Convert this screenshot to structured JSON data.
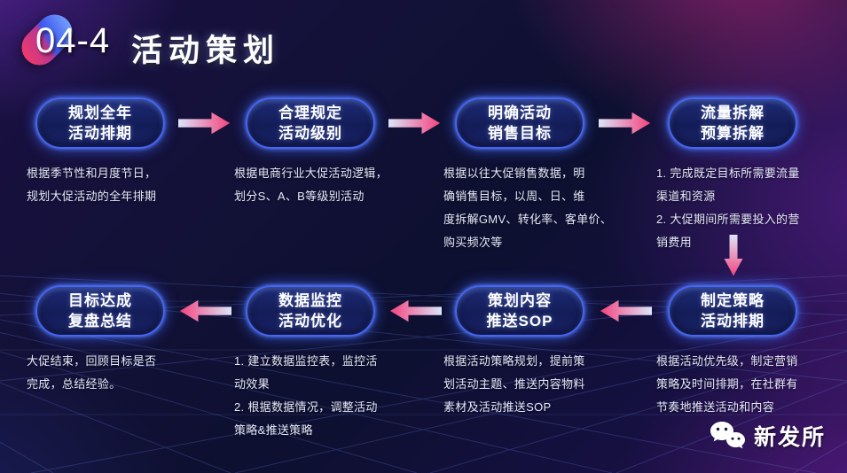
{
  "slide": {
    "number": "04-4",
    "title": "活动策划"
  },
  "steps": {
    "top": [
      {
        "line1": "规划全年",
        "line2": "活动排期",
        "desc": "根据季节性和月度节日，\n规划大促活动的全年排期"
      },
      {
        "line1": "合理规定",
        "line2": "活动级别",
        "desc": "根据电商行业大促活动逻辑，\n划分S、A、B等级别活动"
      },
      {
        "line1": "明确活动",
        "line2": "销售目标",
        "desc": "根据以往大促销售数据，明\n确销售目标，以周、日、维\n度拆解GMV、转化率、客单价、\n购买频次等"
      },
      {
        "line1": "流量拆解",
        "line2": "预算拆解",
        "desc": "1. 完成既定目标所需要流量\n渠道和资源\n2. 大促期间所需要投入的营\n销费用"
      }
    ],
    "bottom": [
      {
        "line1": "目标达成",
        "line2": "复盘总结",
        "desc": "大促结束，回顾目标是否\n完成，总结经验。"
      },
      {
        "line1": "数据监控",
        "line2": "活动优化",
        "desc": "1. 建立数据监控表，监控活\n动效果\n2. 根据数据情况，调整活动\n策略&推送策略"
      },
      {
        "line1": "策划内容",
        "line2": "推送SOP",
        "desc": "根据活动策略规划，提前策\n划活动主题、推送内容物料\n素材及活动推送SOP"
      },
      {
        "line1": "制定策略",
        "line2": "活动排期",
        "desc": "根据活动优先级，制定营销\n策略及时间排期，在社群有\n节奏地推送活动和内容"
      }
    ]
  },
  "logo": {
    "text": "新发所"
  },
  "colors": {
    "node_border": "#4565f2",
    "node_fill": "#161f5e",
    "arrow_tail_blue": "#dbe6fb",
    "arrow_head_pink": "#f4447e",
    "capsule_blue": "#3d55ee",
    "capsule_pink": "#f93b66",
    "background_navy": "#0d1030",
    "background_magenta": "#d02c8e"
  }
}
